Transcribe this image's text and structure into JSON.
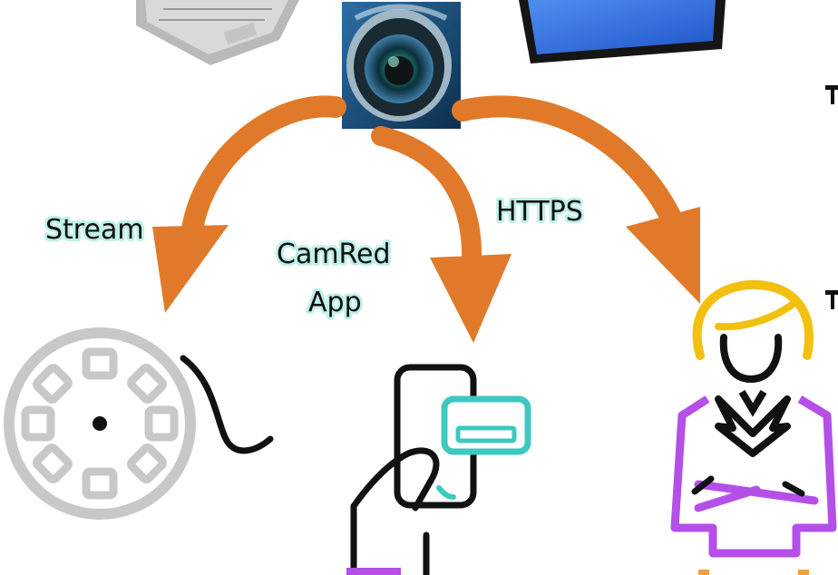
{
  "labels": {
    "stream": "Stream",
    "app_line1": "CamRed",
    "app_line2": "App",
    "https": "HTTPS"
  },
  "icons": {
    "camera": "security-camera-icon",
    "laptop": "laptop-icon",
    "tablet": "tablet-icon",
    "film_reel": "film-reel-icon",
    "phone": "phone-remote-icon",
    "user": "user-icon"
  },
  "colors": {
    "arrow": "#e07a2a",
    "label_glow": "#bff0ea",
    "phone_accent": "#3cc9bf",
    "user_body": "#b44fe8",
    "user_hair": "#f2c10f",
    "reel": "#c8c8c8",
    "tablet_screen": "#2f6fe0"
  }
}
